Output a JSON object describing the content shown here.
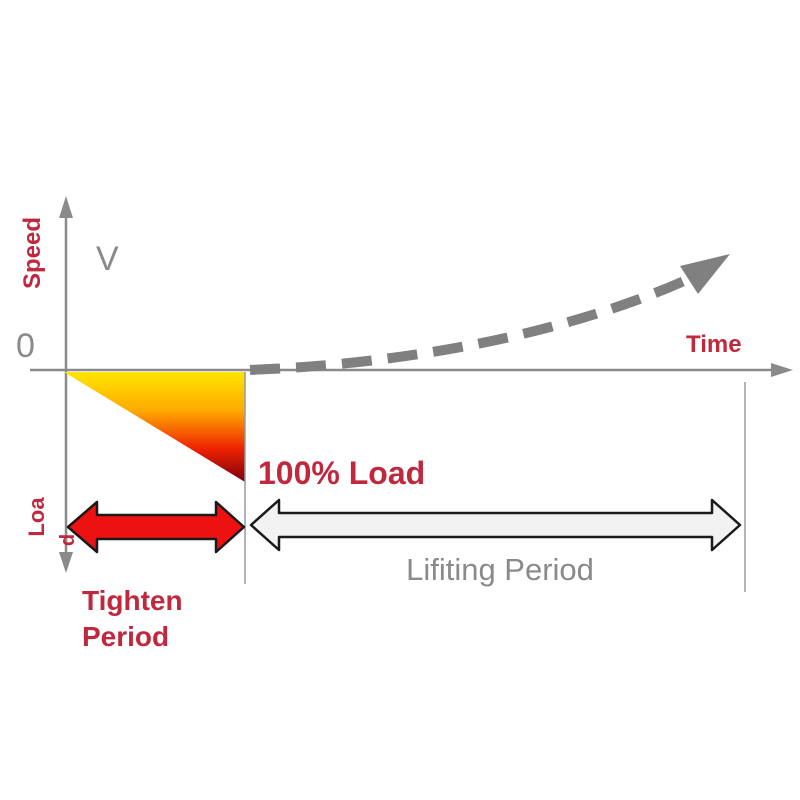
{
  "axes": {
    "speed_label": "Speed",
    "speed_symbol": "V",
    "zero_label": "0",
    "time_label": "Time",
    "load_label_part1": "Loa",
    "load_label_part2": "d"
  },
  "load_marker": {
    "label": "100% Load"
  },
  "periods": {
    "tighten_line1": "Tighten",
    "tighten_line2": "Period",
    "lifting": "Lifiting Period"
  },
  "colors": {
    "axis": "#8a8a8a",
    "label_red": "#c0283e",
    "curve": "#808080",
    "tighten_arrow": "#ee1111",
    "lifting_arrow": "#f2f2f2",
    "gradient_top": "#ffdd00",
    "gradient_bottom": "#8a0010"
  }
}
